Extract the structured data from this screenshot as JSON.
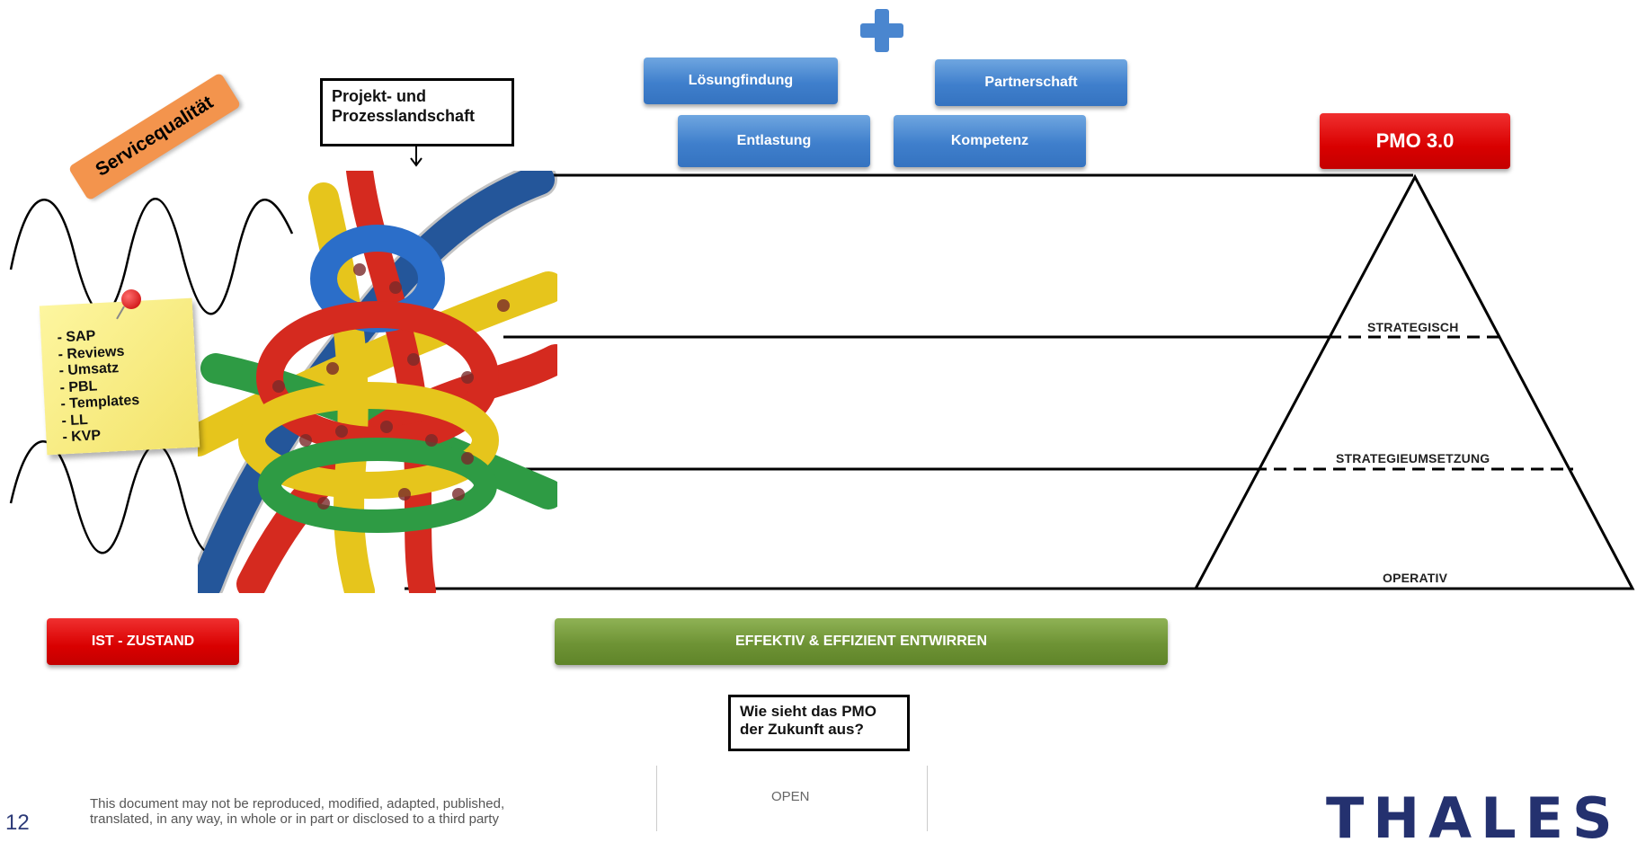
{
  "service_quality": "Servicequalität",
  "landscape_label": [
    "Projekt- und",
    "Prozesslandschaft"
  ],
  "sticky_note": [
    "- SAP",
    "- Reviews",
    "- Umsatz",
    "- PBL",
    "- Templates",
    "- LL",
    "- KVP"
  ],
  "benefits": {
    "loesungfindung": "Lösungfindung",
    "partnerschaft": "Partnerschaft",
    "entlastung": "Entlastung",
    "kompetenz": "Kompetenz"
  },
  "pmo_label": "PMO 3.0",
  "pyramid_levels": {
    "strategisch": "STRATEGISCH",
    "strategieumsetzung": "STRATEGIEUMSETZUNG",
    "operativ": "OPERATIV"
  },
  "ist_zustand": "IST - ZUSTAND",
  "effektiv": "EFFEKTIV & EFFIZIENT ENTWIRREN",
  "question": [
    "Wie sieht das PMO",
    "der Zukunft aus?"
  ],
  "footer": {
    "page_number": "12",
    "disclaimer": [
      "This document may not be reproduced, modified, adapted, published,",
      "translated, in any way, in whole or in part or disclosed to a third party"
    ],
    "classification": "OPEN",
    "logo": "THALES"
  },
  "colors": {
    "blue": "#3f7fcc",
    "red": "#d90000",
    "green": "#6e9335",
    "orange": "#f3944d",
    "sticky": "#f7e97a",
    "thales": "#24316f"
  }
}
